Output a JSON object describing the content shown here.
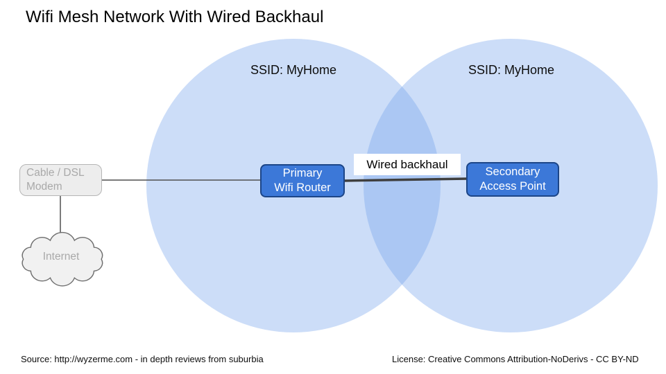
{
  "title": "Wifi Mesh Network With Wired Backhaul",
  "colors": {
    "coverage_fill": "rgba(109,158,235,0.35)",
    "node_fill": "#3c78d8",
    "node_border": "#1c4587",
    "node_text": "#ffffff",
    "neutral_fill": "#ededed",
    "neutral_border": "#b5b5b5",
    "neutral_text": "#a9a9a9",
    "cloud_fill": "#f1f1f1",
    "cloud_stroke": "#6e6e6e",
    "connector": "#4f4f4f",
    "backhaul_line": "#3f3f3f"
  },
  "coverage_areas": [
    {
      "ssid": "SSID: MyHome"
    },
    {
      "ssid": "SSID: MyHome"
    }
  ],
  "nodes": {
    "modem": {
      "label": "Cable / DSL\nModem"
    },
    "internet": {
      "label": "Internet"
    },
    "primary_router": {
      "label": "Primary\nWifi Router"
    },
    "secondary_ap": {
      "label": "Secondary\nAccess Point"
    }
  },
  "links": {
    "wired_backhaul": {
      "label": "Wired backhaul"
    }
  },
  "footer": {
    "source": "Source: http://wyzerme.com - in depth reviews from suburbia",
    "license": "License: Creative Commons Attribution-NoDerivs - CC BY-ND"
  }
}
